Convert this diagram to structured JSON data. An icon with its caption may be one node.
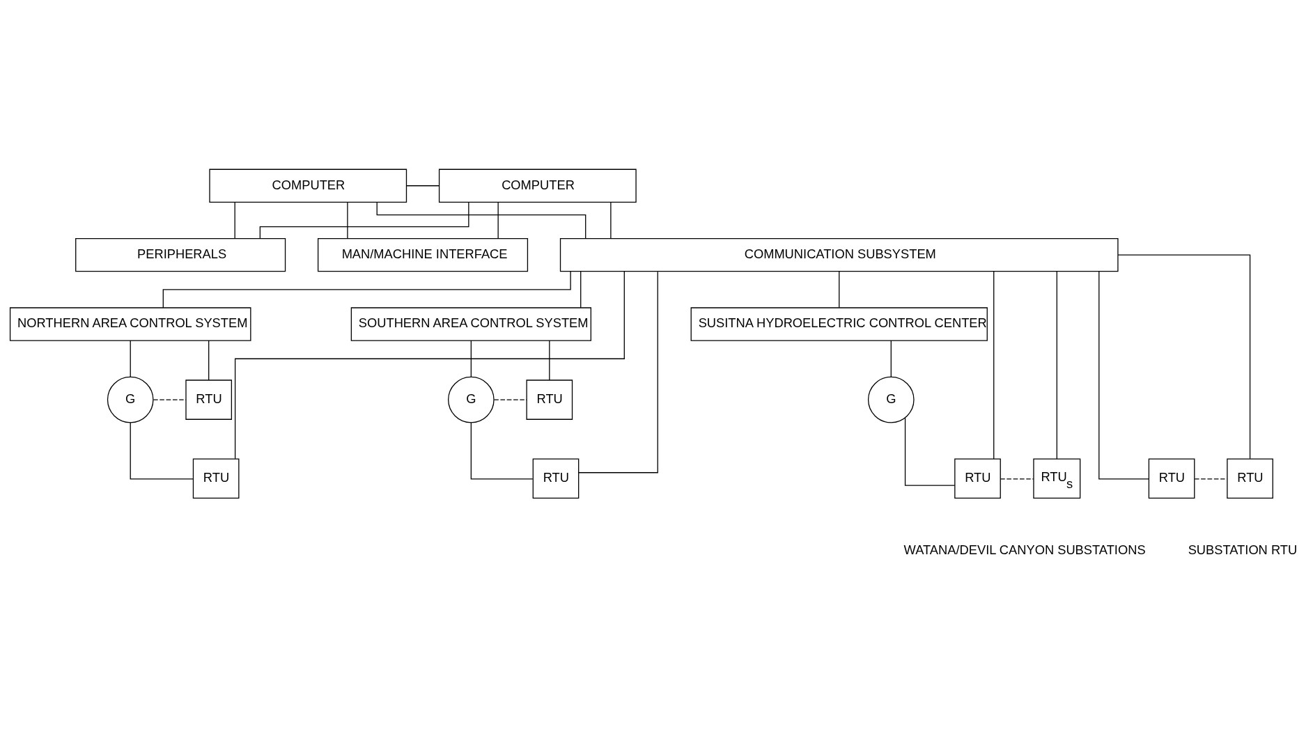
{
  "diagram": {
    "nodes": [
      {
        "text": [
          "COMPUTER"
        ]
      },
      {
        "text": [
          "COMPUTER"
        ]
      },
      {
        "text": [
          "PERIPHERALS"
        ]
      },
      {
        "text": [
          "MAN/MACHINE INTERFACE"
        ]
      },
      {
        "text": [
          "COMMUNICATION SUBSYSTEM"
        ]
      },
      {
        "text": [
          "NORTHERN AREA CONTROL SYSTEM"
        ]
      },
      {
        "text": [
          "SOUTHERN AREA CONTROL SYSTEM"
        ]
      },
      {
        "text": [
          "SUSITNA HYDROELECTRIC CONTROL CENTER"
        ]
      },
      {
        "text": [
          "G"
        ]
      },
      {
        "text": [
          "RTU"
        ]
      },
      {
        "text": [
          "RTU"
        ]
      },
      {
        "text": [
          "G"
        ]
      },
      {
        "text": [
          "RTU"
        ]
      },
      {
        "text": [
          "RTU"
        ]
      },
      {
        "text": [
          "G"
        ]
      },
      {
        "text": [
          "RTU"
        ]
      },
      {
        "text": [
          "RTU$_{s}$"
        ],
        "beside": [
          "WATANA/DEVIL CANYON SUBSTATIONS"
        ]
      },
      {
        "text": [
          "RTU"
        ]
      },
      {
        "text": [
          "RTU"
        ]
      }
    ],
    "edges": [
      {
        "from": 0,
        "to": 1,
        "arrow": "none"
      },
      {
        "from": 0,
        "to": 2,
        "arrow": "none"
      },
      {
        "from": 1,
        "to": 2,
        "arrow": "none"
      },
      {
        "from": 0,
        "to": 3,
        "arrow": "none"
      },
      {
        "from": 1,
        "to": 3,
        "arrow": "none"
      },
      {
        "from": 0,
        "to": 4,
        "arrow": "none"
      },
      {
        "from": 1,
        "to": 4,
        "arrow": "none"
      },
      {
        "from": 4,
        "to": 10,
        "arrow": "none"
      },
      {
        "from": 4,
        "to": 5,
        "arrow": "none"
      },
      {
        "from": 5,
        "to": 8,
        "arrow": "none"
      },
      {
        "from": 5,
        "to": 9,
        "arrow": "none"
      },
      {
        "from": 8,
        "to": 9,
        "arrow": "none",
        "style": "dashed"
      },
      {
        "from": 8,
        "to": 10,
        "arrow": "none"
      },
      {
        "from": 4,
        "to": 13,
        "arrow": "none"
      },
      {
        "from": 4,
        "to": 6,
        "arrow": "none"
      },
      {
        "from": 6,
        "to": 11,
        "arrow": "none"
      },
      {
        "from": 6,
        "to": 12,
        "arrow": "none"
      },
      {
        "from": 11,
        "to": 12,
        "arrow": "none",
        "style": "dashed"
      },
      {
        "from": 11,
        "to": 13,
        "arrow": "none"
      },
      {
        "from": 4,
        "to": 15,
        "arrow": "none"
      },
      {
        "from": 4,
        "to": 7,
        "arrow": "none"
      },
      {
        "from": 7,
        "to": 14,
        "arrow": "none"
      },
      {
        "from": 14,
        "to": 15,
        "arrow": "none"
      },
      {
        "from": 15,
        "to": 16,
        "arrow": "none",
        "style": "dashed"
      },
      {
        "from": 4,
        "to": 16,
        "arrow": "none"
      },
      {
        "from": 4,
        "to": 17,
        "arrow": "none"
      },
      {
        "from": 17,
        "to": 18,
        "arrow": "none",
        "style": "dashed"
      },
      {
        "from": 4,
        "to": 18,
        "arrow": "none"
      }
    ],
    "labels": [
      "SUBSTATION RTU"
    ]
  }
}
